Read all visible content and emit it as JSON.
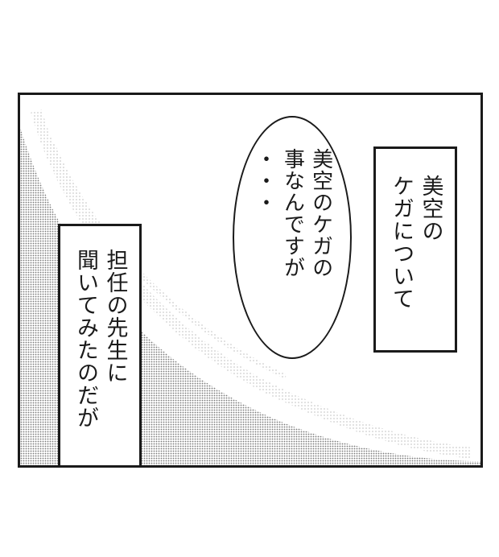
{
  "panel": {
    "colors": {
      "border": "#1a1a1a",
      "background": "#ffffff",
      "screentone": "#8c8c8c"
    },
    "caption_right": {
      "lines": [
        "美空の",
        "ケガについて"
      ]
    },
    "speech_bubble": {
      "lines": [
        "美空のケガの",
        "事なんですが",
        "・・・"
      ]
    },
    "caption_left": {
      "lines": [
        "担任の先生に",
        "聞いてみたのだが"
      ]
    }
  }
}
